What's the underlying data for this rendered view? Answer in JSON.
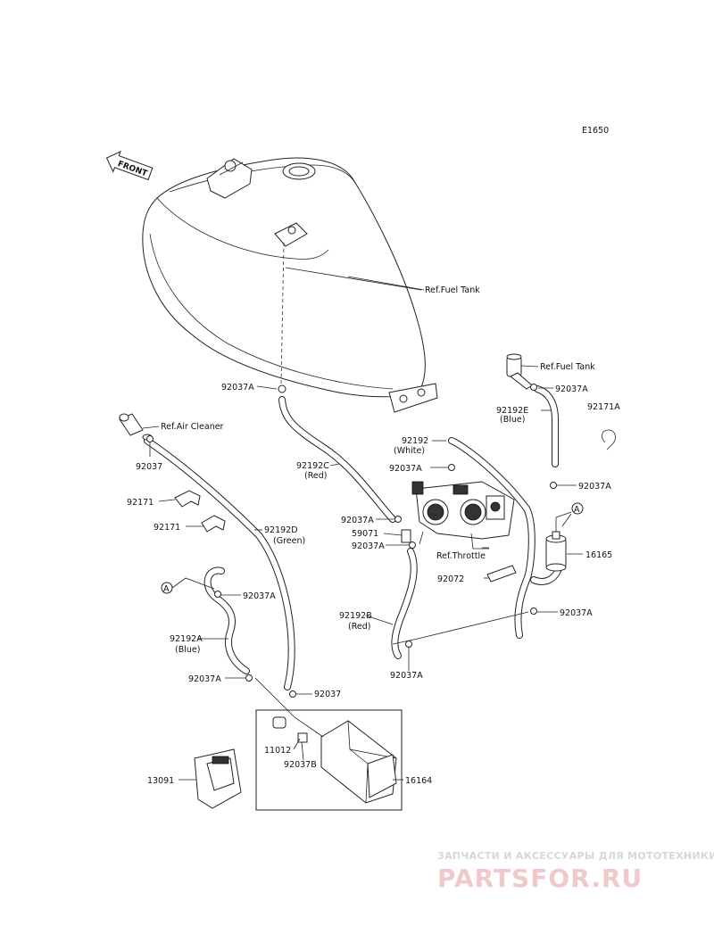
{
  "diagram_code": "E1650",
  "front_label": "FRONT",
  "callouts": {
    "ref_fuel_tank_main": "Ref.Fuel Tank",
    "ref_fuel_tank_right": "Ref.Fuel Tank",
    "ref_air_cleaner": "Ref.Air Cleaner",
    "ref_throttle": "Ref.Throttle",
    "c_92037a_tank": "92037A",
    "c_92037a_right_top": "92037A",
    "c_92192e": "92192E",
    "c_92192e_color": "(Blue)",
    "c_92171a": "92171A",
    "c_92037a_right_mid": "92037A",
    "c_92037_aircleaner": "92037",
    "c_92192c": "92192C",
    "c_92192c_color": "(Red)",
    "c_92192": "92192",
    "c_92192_color": "(White)",
    "c_92037a_white": "92037A",
    "c_92171_1": "92171",
    "c_92171_2": "92171",
    "c_92192d": "92192D",
    "c_92192d_color": "(Green)",
    "c_92037a_red_top": "92037A",
    "c_59071": "59071",
    "c_92037a_throttle": "92037A",
    "c_16165": "16165",
    "c_92072": "92072",
    "c_a_right": "A",
    "c_a_left": "A",
    "c_92037a_left": "92037A",
    "c_92037a_right_low": "92037A",
    "c_92192b": "92192B",
    "c_92192b_color": "(Red)",
    "c_92192a": "92192A",
    "c_92192a_color": "(Blue)",
    "c_92037a_red_bottom": "92037A",
    "c_92037a_canister": "92037A",
    "c_92037_canister": "92037",
    "c_11012": "11012",
    "c_92037b": "92037B",
    "c_13091": "13091",
    "c_16164": "16164"
  },
  "watermark": {
    "tagline": "ЗАПЧАСТИ И АКСЕССУАРЫ ДЛЯ МОТОТЕХНИКИ",
    "brand": "PARTSFOR.RU"
  },
  "colors": {
    "line": "#222222",
    "background": "#ffffff",
    "watermark_brand": "#f1c9c9",
    "watermark_tagline": "#d7d7d7"
  }
}
